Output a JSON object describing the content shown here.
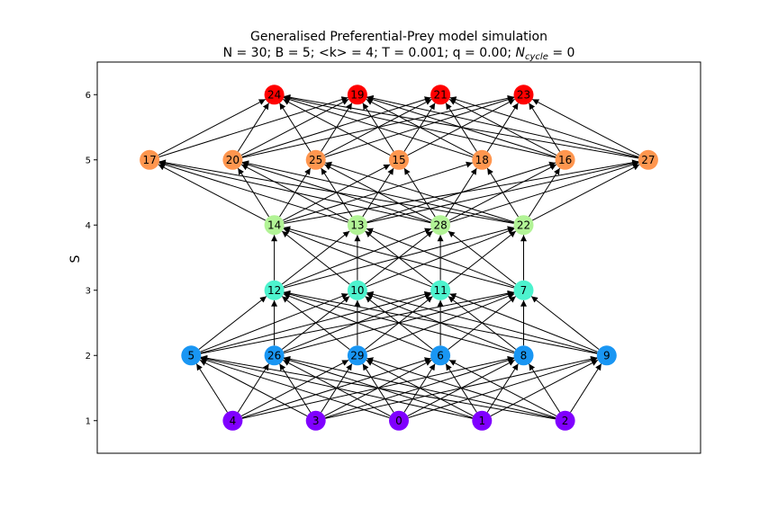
{
  "chart_data": {
    "type": "network",
    "title": "Generalised Preferential-Prey model simulation",
    "subtitle_prefix": "N = 30; B = 5; <k> = 4; T = 0.001; q = 0.00; ",
    "subtitle_math_base": "N",
    "subtitle_math_sub": "cycle",
    "subtitle_math_suffix": " = 0",
    "ylabel": "S",
    "ylim": [
      0.5,
      6.5
    ],
    "yticks": [
      1,
      2,
      3,
      4,
      5,
      6
    ],
    "levels": {
      "1": {
        "color": "#8000ff",
        "order": [
          "4",
          "3",
          "0",
          "1",
          "2"
        ]
      },
      "2": {
        "color": "#1996f3",
        "order": [
          "5",
          "26",
          "29",
          "6",
          "8",
          "9"
        ]
      },
      "3": {
        "color": "#4df3ce",
        "order": [
          "12",
          "10",
          "11",
          "7"
        ]
      },
      "4": {
        "color": "#b2f396",
        "order": [
          "14",
          "13",
          "28",
          "22"
        ]
      },
      "5": {
        "color": "#ff964f",
        "order": [
          "17",
          "20",
          "25",
          "15",
          "18",
          "16",
          "27"
        ]
      },
      "6": {
        "color": "#ff0000",
        "order": [
          "24",
          "19",
          "21",
          "23"
        ]
      }
    },
    "edges": [
      [
        "4",
        "5"
      ],
      [
        "4",
        "26"
      ],
      [
        "4",
        "29"
      ],
      [
        "4",
        "6"
      ],
      [
        "4",
        "8"
      ],
      [
        "3",
        "26"
      ],
      [
        "3",
        "29"
      ],
      [
        "3",
        "6"
      ],
      [
        "3",
        "8"
      ],
      [
        "3",
        "9"
      ],
      [
        "3",
        "5"
      ],
      [
        "0",
        "29"
      ],
      [
        "0",
        "5"
      ],
      [
        "0",
        "26"
      ],
      [
        "0",
        "6"
      ],
      [
        "0",
        "8"
      ],
      [
        "0",
        "9"
      ],
      [
        "1",
        "6"
      ],
      [
        "1",
        "5"
      ],
      [
        "1",
        "26"
      ],
      [
        "1",
        "29"
      ],
      [
        "1",
        "8"
      ],
      [
        "1",
        "9"
      ],
      [
        "2",
        "8"
      ],
      [
        "2",
        "5"
      ],
      [
        "2",
        "26"
      ],
      [
        "2",
        "29"
      ],
      [
        "2",
        "6"
      ],
      [
        "2",
        "9"
      ],
      [
        "5",
        "12"
      ],
      [
        "5",
        "10"
      ],
      [
        "5",
        "11"
      ],
      [
        "5",
        "7"
      ],
      [
        "26",
        "12"
      ],
      [
        "26",
        "10"
      ],
      [
        "26",
        "11"
      ],
      [
        "26",
        "7"
      ],
      [
        "29",
        "10"
      ],
      [
        "29",
        "12"
      ],
      [
        "29",
        "11"
      ],
      [
        "29",
        "7"
      ],
      [
        "6",
        "11"
      ],
      [
        "6",
        "12"
      ],
      [
        "6",
        "10"
      ],
      [
        "6",
        "7"
      ],
      [
        "8",
        "7"
      ],
      [
        "8",
        "12"
      ],
      [
        "8",
        "10"
      ],
      [
        "8",
        "11"
      ],
      [
        "9",
        "7"
      ],
      [
        "9",
        "12"
      ],
      [
        "9",
        "10"
      ],
      [
        "9",
        "11"
      ],
      [
        "12",
        "14"
      ],
      [
        "12",
        "13"
      ],
      [
        "12",
        "28"
      ],
      [
        "12",
        "22"
      ],
      [
        "10",
        "13"
      ],
      [
        "10",
        "14"
      ],
      [
        "10",
        "28"
      ],
      [
        "10",
        "22"
      ],
      [
        "11",
        "28"
      ],
      [
        "11",
        "14"
      ],
      [
        "11",
        "13"
      ],
      [
        "11",
        "22"
      ],
      [
        "7",
        "22"
      ],
      [
        "7",
        "14"
      ],
      [
        "7",
        "13"
      ],
      [
        "7",
        "28"
      ],
      [
        "14",
        "17"
      ],
      [
        "14",
        "20"
      ],
      [
        "14",
        "25"
      ],
      [
        "14",
        "15"
      ],
      [
        "14",
        "18"
      ],
      [
        "14",
        "27"
      ],
      [
        "13",
        "17"
      ],
      [
        "13",
        "20"
      ],
      [
        "13",
        "25"
      ],
      [
        "13",
        "15"
      ],
      [
        "13",
        "16"
      ],
      [
        "13",
        "27"
      ],
      [
        "28",
        "17"
      ],
      [
        "28",
        "20"
      ],
      [
        "28",
        "25"
      ],
      [
        "28",
        "15"
      ],
      [
        "28",
        "18"
      ],
      [
        "28",
        "16"
      ],
      [
        "28",
        "27"
      ],
      [
        "22",
        "17"
      ],
      [
        "22",
        "20"
      ],
      [
        "22",
        "25"
      ],
      [
        "22",
        "18"
      ],
      [
        "22",
        "16"
      ],
      [
        "22",
        "27"
      ],
      [
        "17",
        "24"
      ],
      [
        "17",
        "19"
      ],
      [
        "20",
        "24"
      ],
      [
        "20",
        "19"
      ],
      [
        "20",
        "21"
      ],
      [
        "20",
        "23"
      ],
      [
        "25",
        "24"
      ],
      [
        "25",
        "19"
      ],
      [
        "25",
        "21"
      ],
      [
        "25",
        "23"
      ],
      [
        "15",
        "24"
      ],
      [
        "15",
        "19"
      ],
      [
        "15",
        "21"
      ],
      [
        "15",
        "23"
      ],
      [
        "18",
        "23"
      ],
      [
        "18",
        "24"
      ],
      [
        "18",
        "19"
      ],
      [
        "18",
        "21"
      ],
      [
        "16",
        "24"
      ],
      [
        "16",
        "19"
      ],
      [
        "16",
        "21"
      ],
      [
        "16",
        "23"
      ],
      [
        "27",
        "24"
      ],
      [
        "27",
        "19"
      ],
      [
        "27",
        "21"
      ],
      [
        "27",
        "23"
      ]
    ]
  }
}
